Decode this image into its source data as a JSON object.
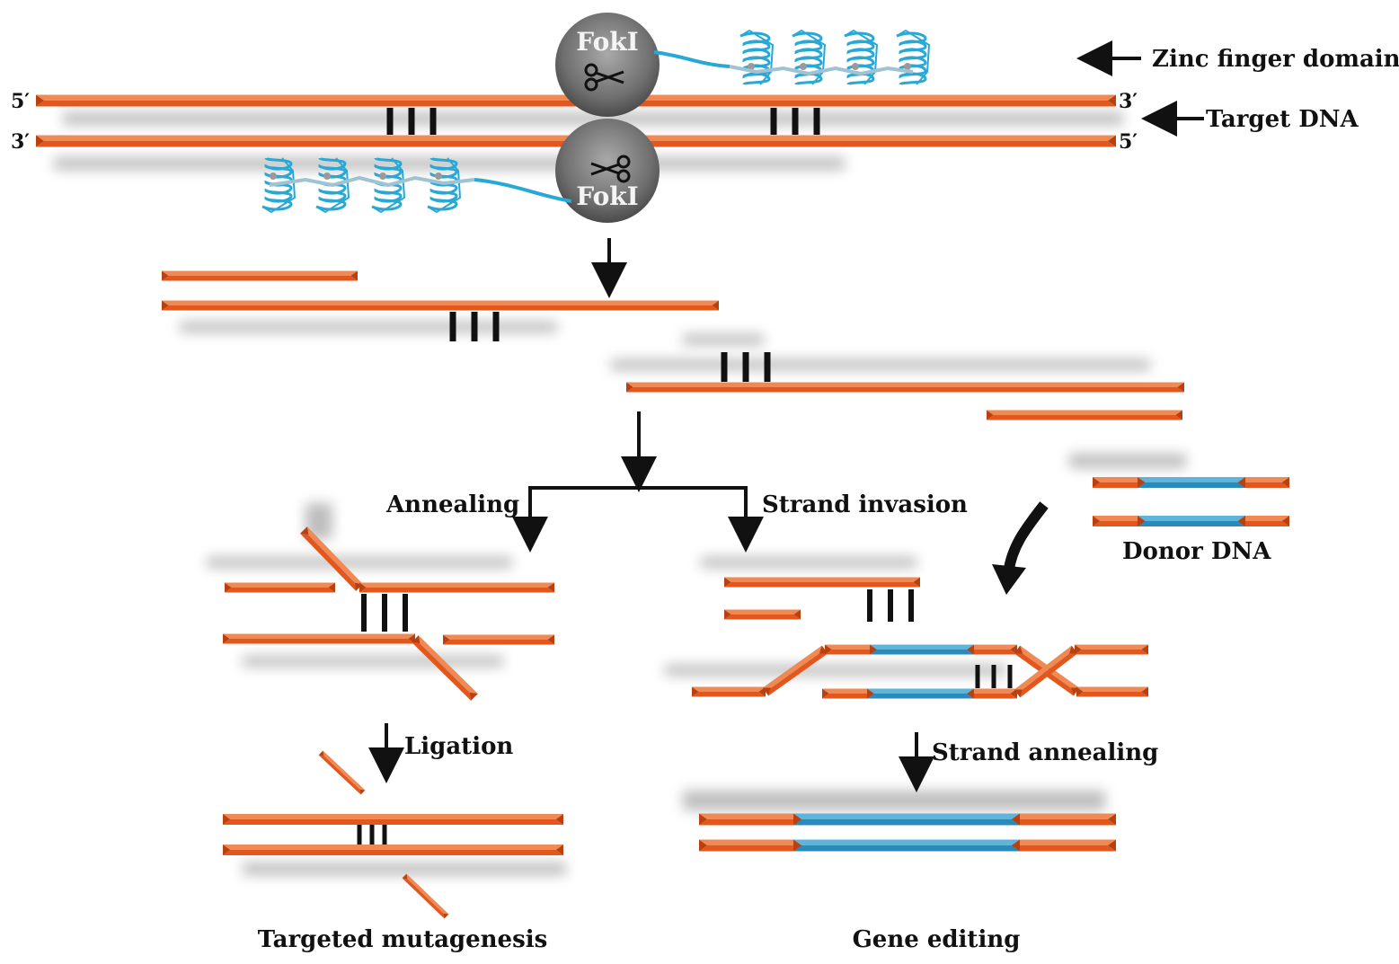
{
  "colors": {
    "strand": "#e2571e",
    "strand_light": "#f08a55",
    "strand_dark": "#b8410f",
    "donor": "#2a8bb8",
    "donor_light": "#5fb4dc",
    "bond": "#111111",
    "zinc_finger": "#29a8d6",
    "foki": "#6f6f6f",
    "arrow": "#111111",
    "text": "#111111"
  },
  "icons": {
    "scissors": "scissors-icon",
    "zinc_finger": "helix-icon"
  },
  "top": {
    "top_strand_5": "5′",
    "top_strand_3": "3′",
    "bottom_strand_3": "3′",
    "bottom_strand_5": "5′",
    "foki_top": "FokI",
    "foki_bottom": "FokI",
    "zinc_finger_label": "Zinc finger domain",
    "target_dna_label": "Target DNA"
  },
  "pathway": {
    "annealing": "Annealing",
    "strand_invasion": "Strand invasion",
    "ligation": "Ligation",
    "strand_annealing": "Strand annealing",
    "donor_dna": "Donor DNA",
    "targeted_mutagenesis": "Targeted mutagenesis",
    "gene_editing": "Gene editing"
  }
}
